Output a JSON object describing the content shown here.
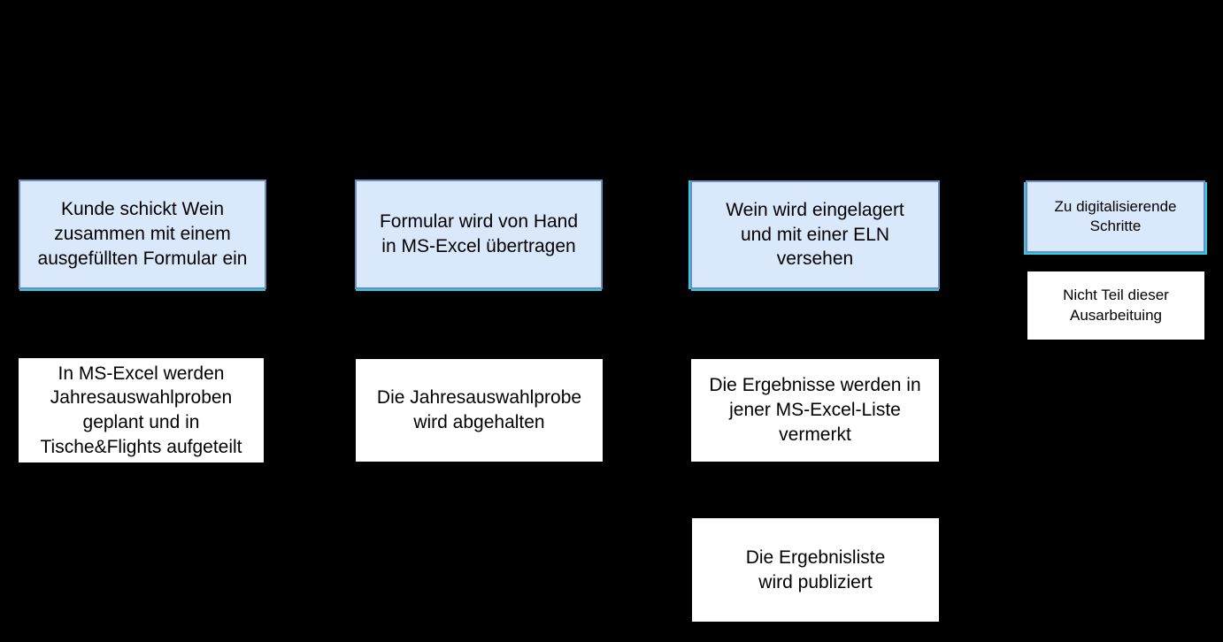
{
  "colors": {
    "bg": "#000000",
    "box_fill_blue": "#dae8fc",
    "box_border_blue": "#6c8ebf",
    "box_fill_white": "#ffffff",
    "selection_cyan": "#2bd0e8",
    "text": "#000000"
  },
  "flow": {
    "steps": {
      "customer": {
        "text": "Kunde schickt Wein\nzusammen mit einem\nausgefüllten Formular ein",
        "style": "blue"
      },
      "transfer": {
        "text": "Formular wird von Hand\nin MS-Excel übertragen",
        "style": "blue"
      },
      "storage": {
        "text": "Wein wird eingelagert\nund mit einer ELN\nversehen",
        "style": "blue"
      },
      "planning": {
        "text": "In MS-Excel werden\nJahresauswahlproben\ngeplant und in\nTische&Flights aufgeteilt",
        "style": "white"
      },
      "tasting": {
        "text": "Die Jahresauswahlprobe\nwird abgehalten",
        "style": "white"
      },
      "results": {
        "text": "Die Ergebnisse werden in\njener MS-Excel-Liste\nvermerkt",
        "style": "white"
      },
      "publish": {
        "text": "Die Ergebnisliste\nwird publiziert",
        "style": "white"
      }
    }
  },
  "legend": {
    "digitize": {
      "text": "Zu digitalisierende\nSchritte",
      "style": "blue"
    },
    "not_part": {
      "text": "Nicht Teil dieser\nAusarbeituing",
      "style": "white"
    }
  }
}
